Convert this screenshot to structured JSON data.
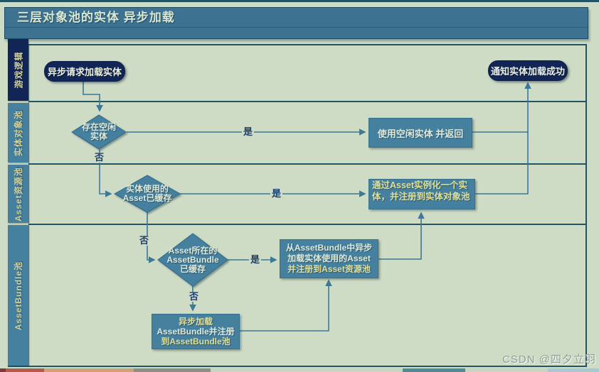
{
  "title": "三层对象池的实体 异步加载",
  "watermark": "CSDN @四夕立羽",
  "colors": {
    "bg": "#cfdcc5",
    "navy": "#122557",
    "steel": "#45809f",
    "steelDark": "#3d7390",
    "line": "#3c7898",
    "teal": "#215465",
    "pale": "#dfe9d8",
    "yellow": "#e4df92",
    "tan": "#d2d2a0",
    "yesno": "#1d3e68",
    "wm": "#929b9c"
  },
  "lanes": [
    {
      "label": "游戏逻辑"
    },
    {
      "label": "实体对象池"
    },
    {
      "label": "Asset资源池"
    },
    {
      "label": "AssetBundle池"
    }
  ],
  "labels": {
    "yes": "是",
    "no": "否"
  },
  "nodes": {
    "start": {
      "label": "异步请求加载实体"
    },
    "end": {
      "label": "通知实体加载成功"
    },
    "d1": {
      "lines": [
        "存在空闲",
        "实体"
      ]
    },
    "d2": {
      "lines": [
        "实体使用的",
        "Asset已缓存"
      ]
    },
    "d3": {
      "lines": [
        "Asset所在的",
        "AssetBundle",
        "已缓存"
      ]
    },
    "box_use_idle": {
      "label": "使用空闲实体 并返回"
    },
    "box_instantiate": {
      "label": "通过Asset实例化一个实体，并注册到实体对象池"
    },
    "box_load_asset": {
      "lines": [
        "从AssetBundle中异步",
        "加载实体使用的Asset",
        "并注册到Asset资源池"
      ]
    },
    "box_load_bundle": {
      "lines": [
        "异步加载",
        "AssetBundle并注册",
        "到AssetBundle池"
      ]
    }
  }
}
